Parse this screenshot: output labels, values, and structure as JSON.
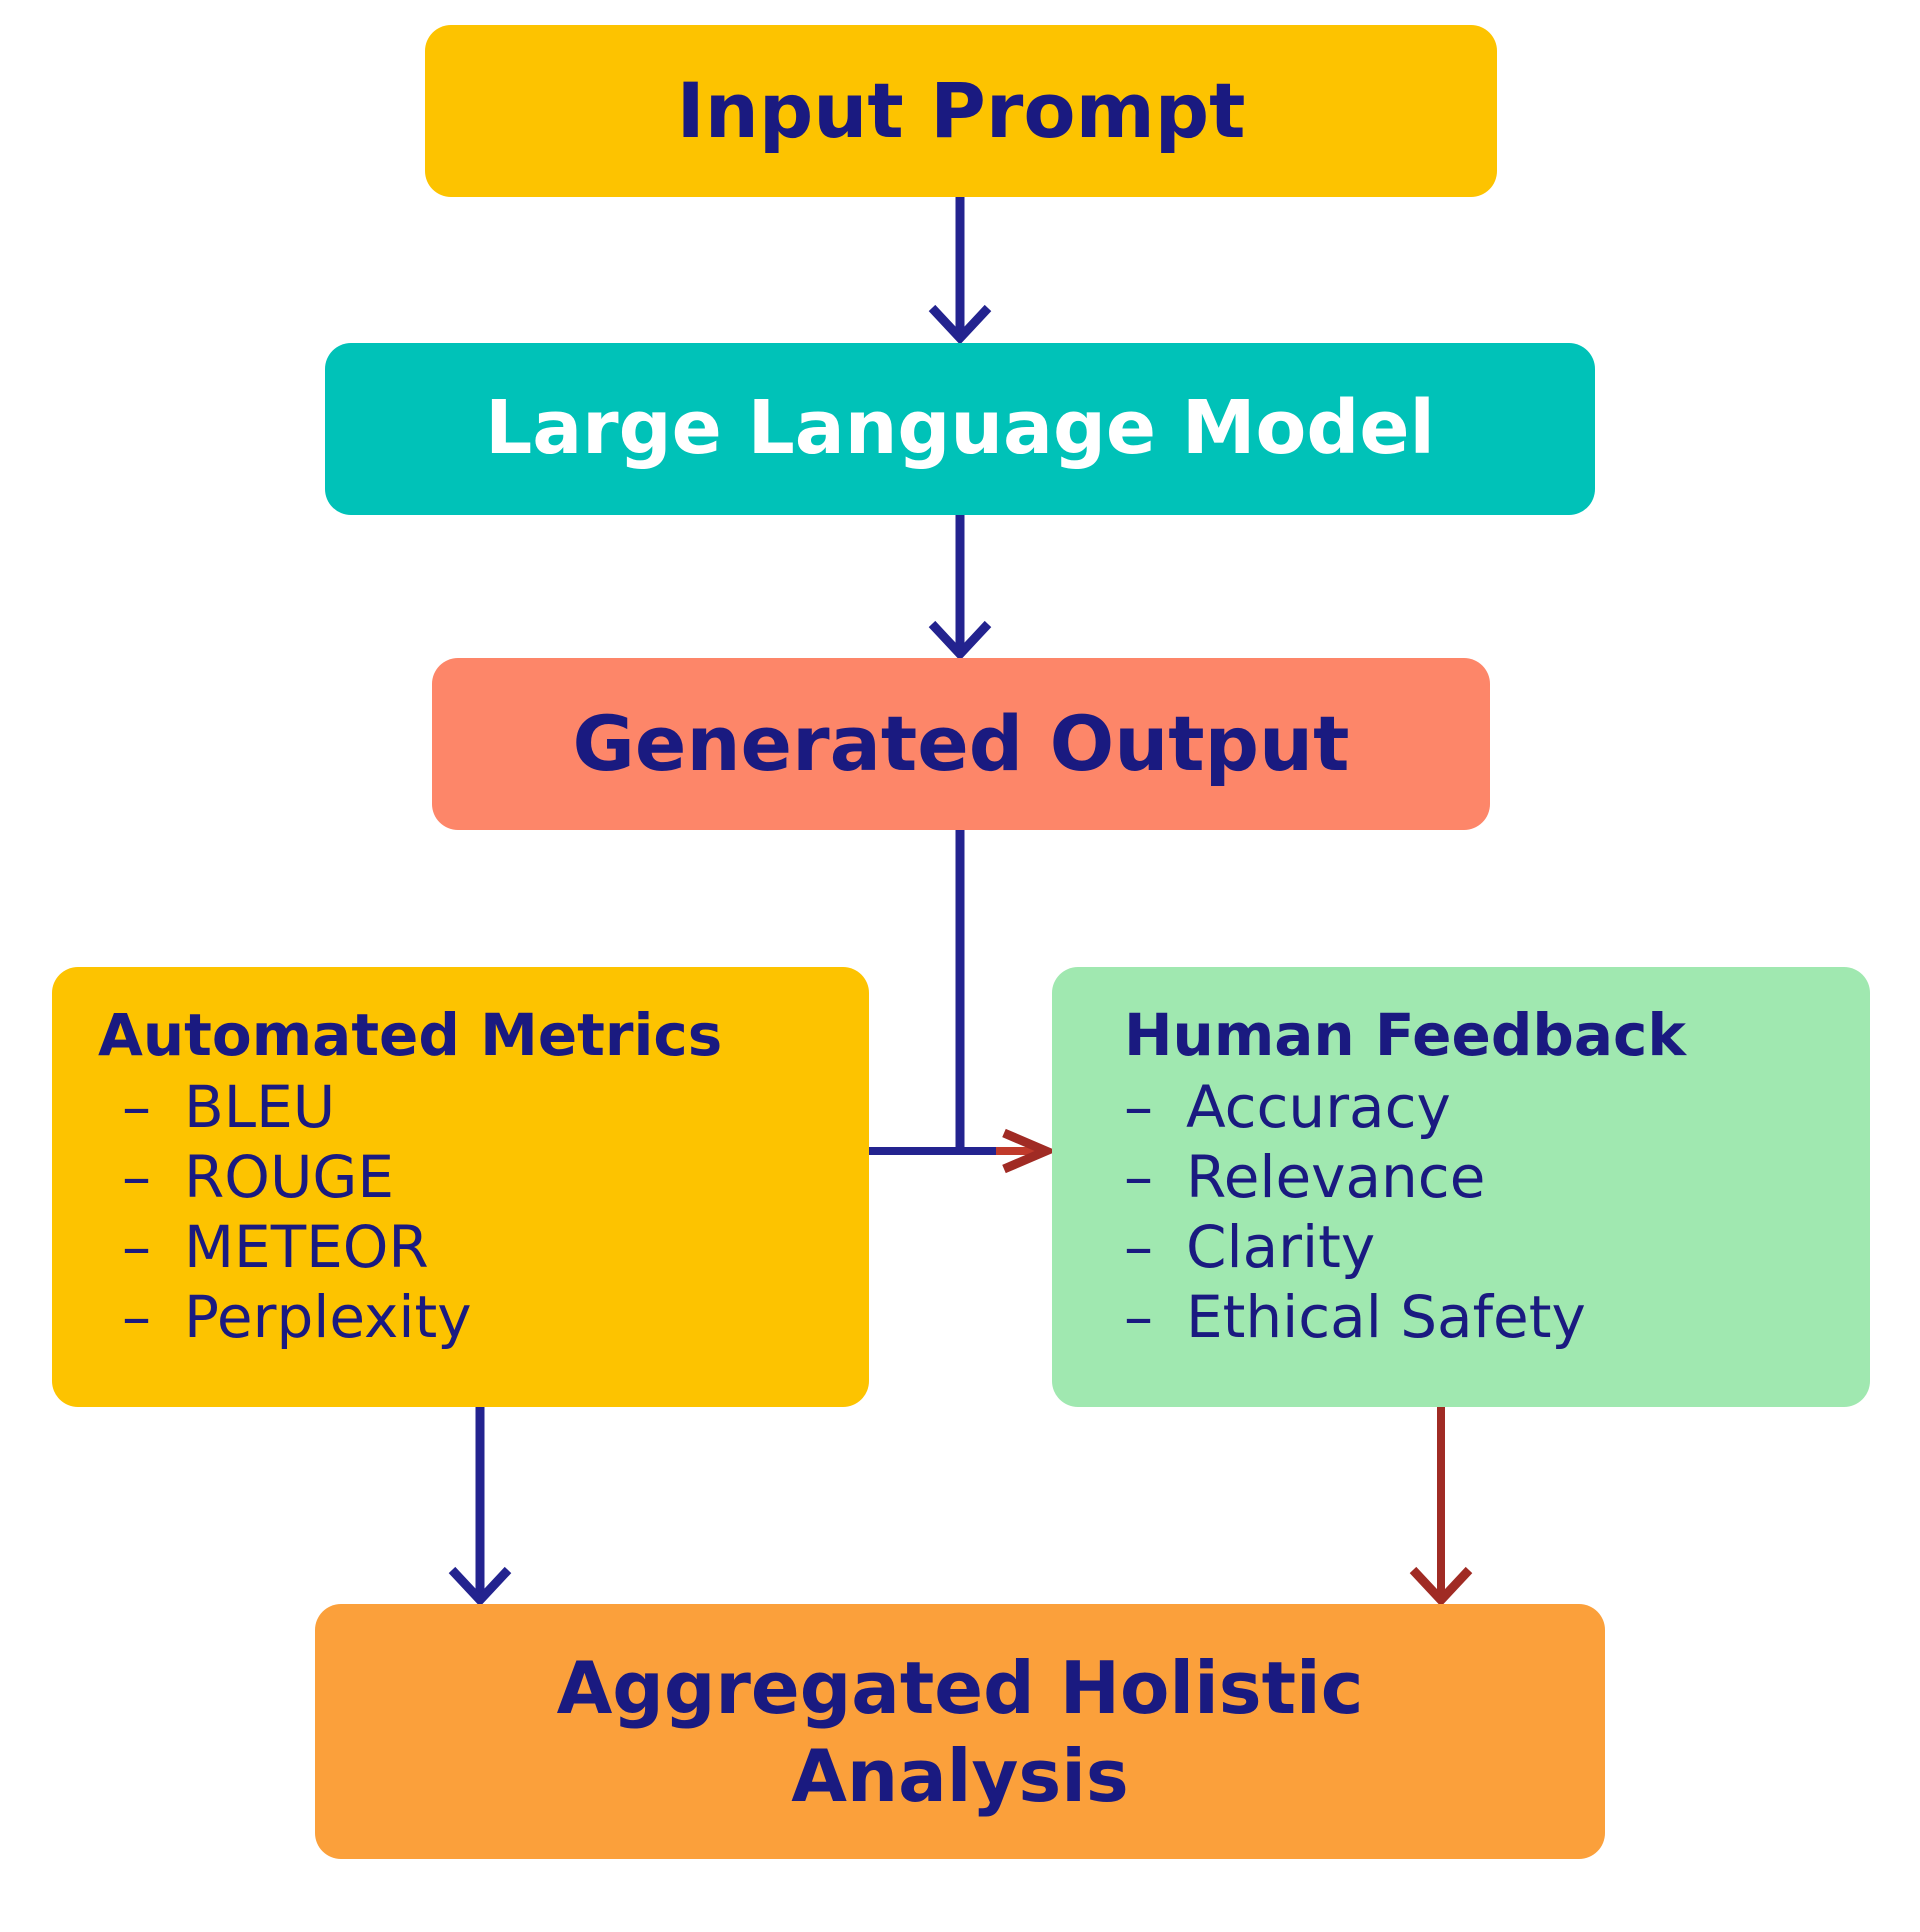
{
  "colors": {
    "input": "#fdc300",
    "llm": "#00c2b8",
    "output": "#fd8669",
    "automated": "#fdc300",
    "human": "#a0e8b0",
    "aggregate": "#fba03b",
    "text_dark": "#1a1a80",
    "arrow_blue": "#23238f",
    "arrow_red": "#a02b24"
  },
  "nodes": {
    "input": {
      "title": "Input Prompt"
    },
    "llm": {
      "title": "Large Language Model"
    },
    "output": {
      "title": "Generated Output"
    },
    "automated": {
      "title": "Automated Metrics",
      "items": [
        "BLEU",
        "ROUGE",
        "METEOR",
        "Perplexity"
      ]
    },
    "human": {
      "title": "Human Feedback",
      "items": [
        "Accuracy",
        "Relevance",
        "Clarity",
        "Ethical Safety"
      ]
    },
    "aggregate": {
      "title_line1": "Aggregated Holistic",
      "title_line2": "Analysis"
    }
  },
  "bullet": "–",
  "edges": [
    {
      "from": "input",
      "to": "llm",
      "color": "blue"
    },
    {
      "from": "llm",
      "to": "output",
      "color": "blue"
    },
    {
      "from": "output",
      "to": "human",
      "color": "blue-red",
      "via": "junction"
    },
    {
      "from": "automated",
      "to": "human",
      "color": "blue-red",
      "via": "junction"
    },
    {
      "from": "automated",
      "to": "aggregate",
      "color": "blue"
    },
    {
      "from": "human",
      "to": "aggregate",
      "color": "red"
    }
  ]
}
